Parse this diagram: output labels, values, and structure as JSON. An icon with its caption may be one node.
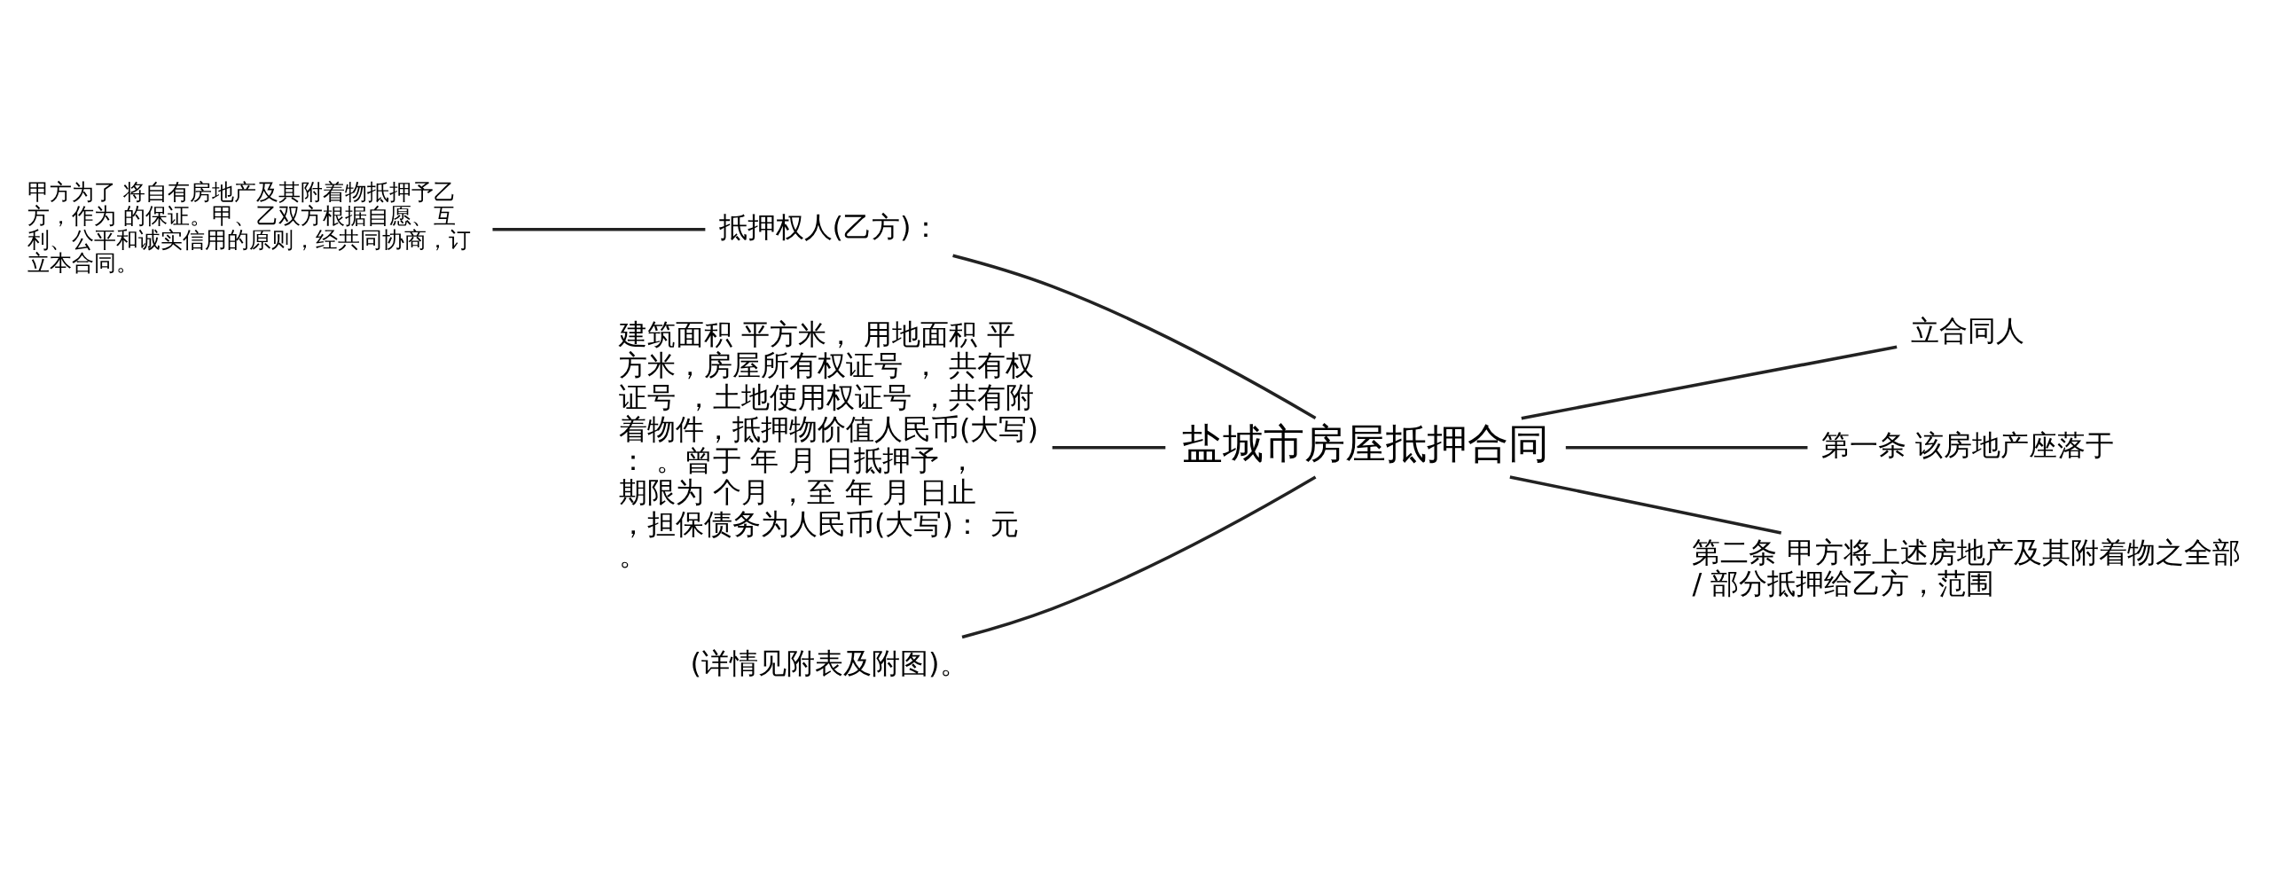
{
  "diagram": {
    "nodes": [
      {
        "text": [
          "盐城市房屋抵押合同"
        ]
      },
      {
        "text": [
          "抵押权人(乙方)："
        ]
      },
      {
        "text": [
          "甲方为了 将自有房地产及其附着物抵押予乙方，作为 的保证。甲、乙双方根据自愿、互利、公平和诚实信用的原则，经共同协商，订立本合同。"
        ]
      },
      {
        "text": [
          "建筑面积 平方米， 用地面积 平方米，房屋所有权证号 ， 共有权证号 ，土地使用权证号 ，共有附着物件，抵押物价值人民币(大写)： 。曾于 年 月 日抵押予 ，期限为 个月 ，至 年 月 日止，担保债务为人民币(大写)： 元。"
        ]
      },
      {
        "text": [
          "(详情见附表及附图)。"
        ]
      },
      {
        "text": [
          "立合同人"
        ]
      },
      {
        "text": [
          "第一条 该房地产座落于"
        ]
      },
      {
        "text": [
          "第二条 甲方将上述房地产及其附着物之全部 / 部分抵押给乙方，范围"
        ]
      }
    ],
    "edges": [
      {
        "from": 0,
        "to": 1,
        "arrow": "none"
      },
      {
        "from": 1,
        "to": 2,
        "arrow": "none"
      },
      {
        "from": 0,
        "to": 3,
        "arrow": "none"
      },
      {
        "from": 0,
        "to": 4,
        "arrow": "none"
      },
      {
        "from": 0,
        "to": 5,
        "arrow": "none"
      },
      {
        "from": 0,
        "to": 6,
        "arrow": "none"
      },
      {
        "from": 0,
        "to": 7,
        "arrow": "none"
      }
    ]
  }
}
